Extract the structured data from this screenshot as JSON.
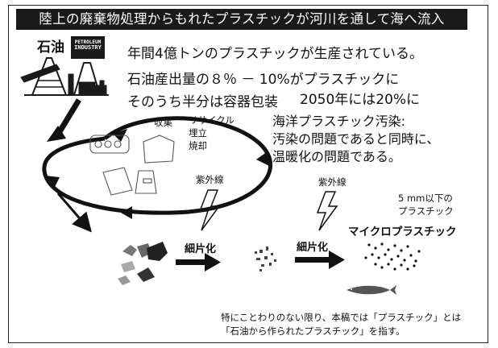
{
  "title": "陸上の廃棄物処理からもれたプラスチックが河川を通して海へ流入",
  "oil": {
    "label": "石油",
    "badge_line1": "PETROLEUM",
    "badge_line2": "INDUSTRY"
  },
  "facts": {
    "line1": "年間4億トンのプラスチックが生産されている。",
    "line2": "石油産出量の８％ － 10%がプラスチックに",
    "line3": "そのうち半分は容器包装",
    "line4": "2050年には20%に"
  },
  "cycle_labels": {
    "collect": "収集",
    "recycle": "リサイクル",
    "landfill": "埋立",
    "incinerate": "焼却"
  },
  "ocean": {
    "line1": "海洋プラスチック汚染:",
    "line2": "汚染の問題であると同時に、",
    "line3": "温暖化の問題である。"
  },
  "uv1": "紫外線",
  "uv2": "紫外線",
  "frag1": "細片化",
  "frag2": "細片化",
  "micro": {
    "size_line1": "5 mm以下の",
    "size_line2": "プラスチック",
    "label": "マイクロプラスチック"
  },
  "note": {
    "line1": "特にことわりのない限り、本稿では「プラスチック」とは",
    "line2": "「石油から作られたプラスチック」を指す。"
  }
}
